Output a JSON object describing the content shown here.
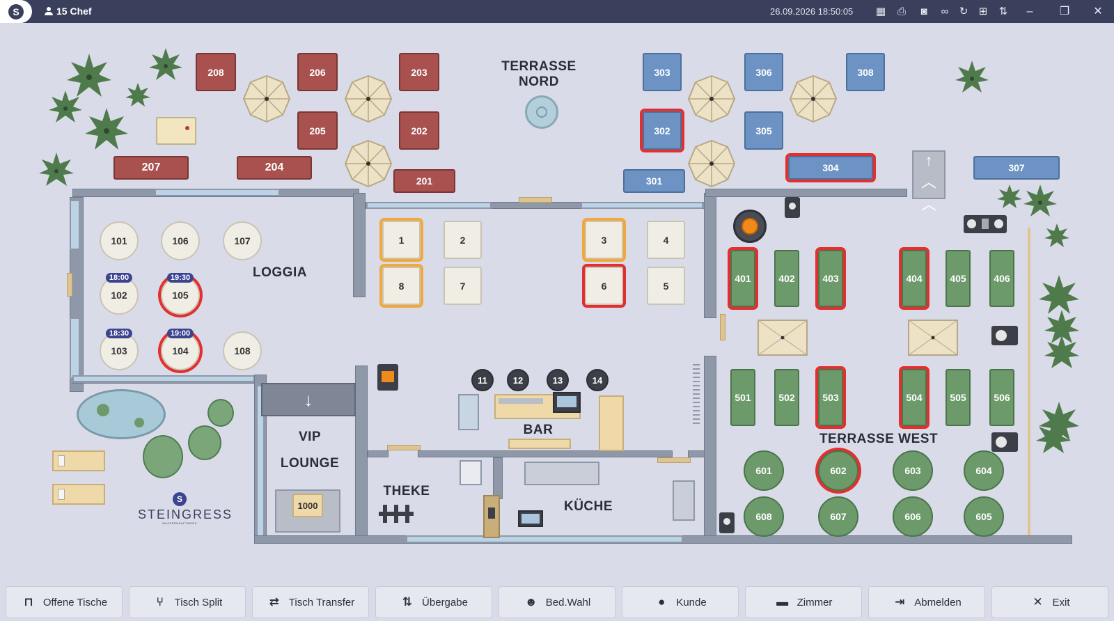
{
  "titlebar": {
    "logo": "S",
    "user": "15 Chef",
    "datetime": "26.09.2026 18:50:05",
    "icons": [
      "qr-icon",
      "printer-icon",
      "chip-icon",
      "link-icon",
      "sync-icon",
      "network-icon",
      "sort-icon"
    ],
    "window_controls": [
      "minimize-icon",
      "maximize-icon",
      "close-icon"
    ]
  },
  "zones": {
    "terrasse_nord": "TERRASSE NORD",
    "loggia": "LOGGIA",
    "bar": "BAR",
    "vip_1": "VIP",
    "vip_2": "LOUNGE",
    "theke": "THEKE",
    "kueche": "KÜCHE",
    "terrasse_west": "TERRASSE WEST",
    "brand": "STEINGRESS",
    "brand_sub": "WASSERKRAFTWERK"
  },
  "tables": {
    "t208": "208",
    "t206": "206",
    "t203": "203",
    "t205": "205",
    "t202": "202",
    "t207": "207",
    "t204": "204",
    "t201": "201",
    "t303": "303",
    "t306": "306",
    "t308": "308",
    "t302": "302",
    "t305": "305",
    "t301": "301",
    "t304": "304",
    "t307": "307",
    "t101": "101",
    "t106": "106",
    "t107": "107",
    "t102": "102",
    "t105": "105",
    "t103": "103",
    "t104": "104",
    "t108": "108",
    "b102": "18:00",
    "b105": "19:30",
    "b103": "18:30",
    "b104": "19:00",
    "t1": "1",
    "t2": "2",
    "t3": "3",
    "t4": "4",
    "t8": "8",
    "t7": "7",
    "t6": "6",
    "t5": "5",
    "t11": "11",
    "t12": "12",
    "t13": "13",
    "t14": "14",
    "t1000": "1000",
    "t401": "401",
    "t402": "402",
    "t403": "403",
    "t404": "404",
    "t405": "405",
    "t406": "406",
    "t501": "501",
    "t502": "502",
    "t503": "503",
    "t504": "504",
    "t505": "505",
    "t506": "506",
    "t601": "601",
    "t602": "602",
    "t603": "603",
    "t604": "604",
    "t608": "608",
    "t607": "607",
    "t606": "606",
    "t605": "605"
  },
  "bottombar": {
    "offene_tische": "Offene Tische",
    "tisch_split": "Tisch Split",
    "tisch_transfer": "Tisch Transfer",
    "uebergabe": "Übergabe",
    "bed_wahl": "Bed.Wahl",
    "kunde": "Kunde",
    "zimmer": "Zimmer",
    "abmelden": "Abmelden",
    "exit": "Exit"
  },
  "colors": {
    "titlebar": "#3a3f5c",
    "floor": "#d9dce8",
    "table_nord": "#a8514f",
    "table_nord_blue": "#6c93c4",
    "table_west": "#6c9a6b",
    "highlight_red": "#e32f2f",
    "highlight_orange": "#f2a93b",
    "badge": "#3c4390"
  }
}
